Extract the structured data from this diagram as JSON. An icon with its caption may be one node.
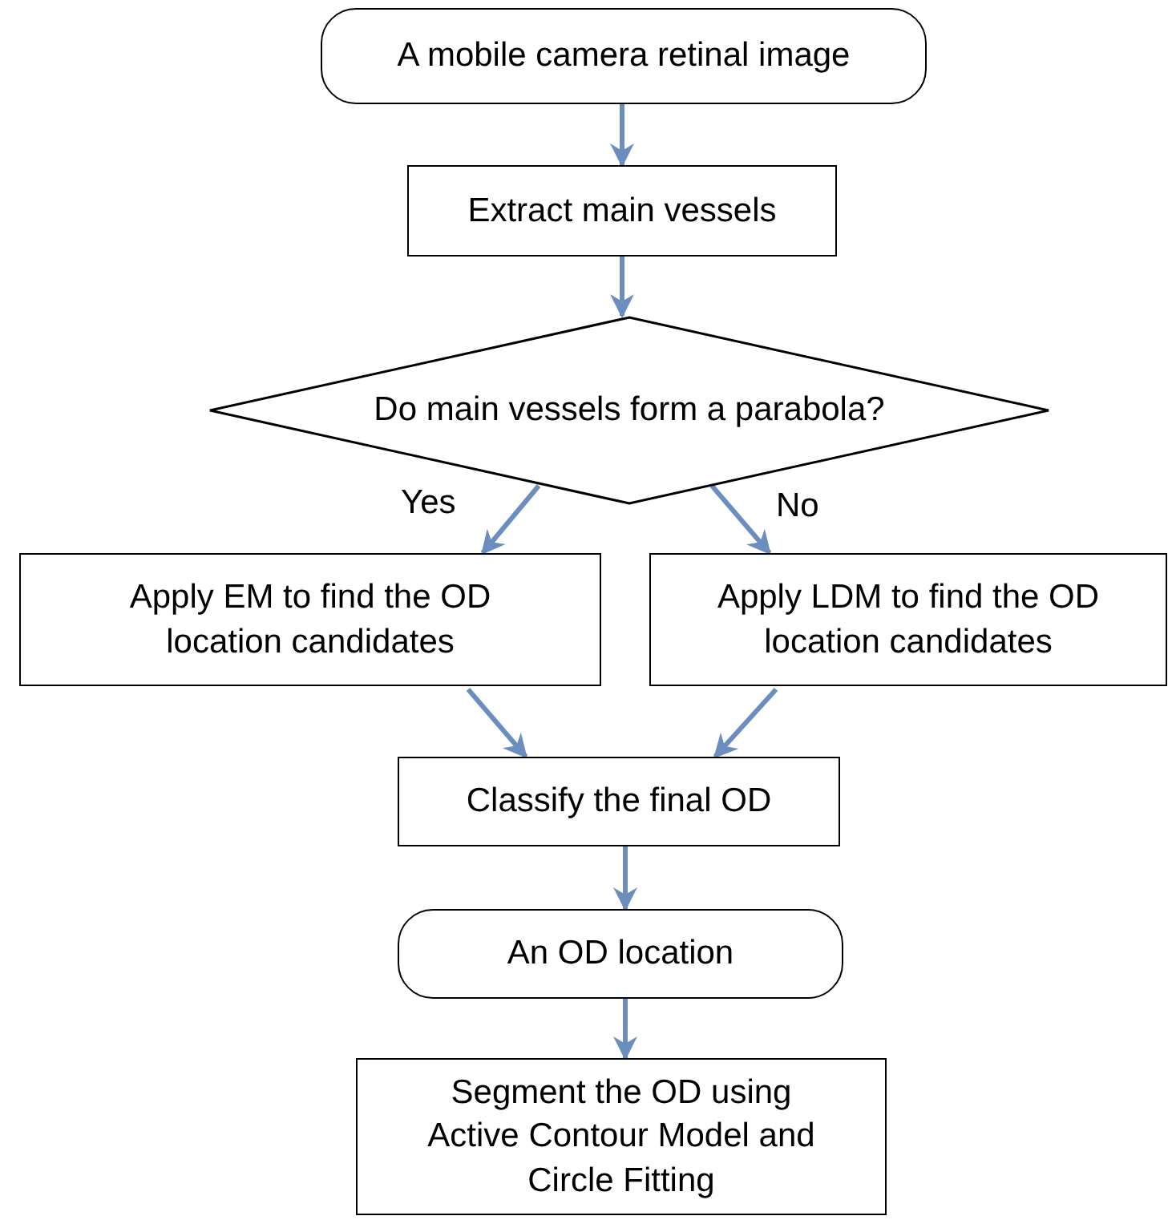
{
  "diagram": {
    "nodes": [
      {
        "text": [
          "A mobile camera retinal image"
        ]
      },
      {
        "text": [
          "Extract main vessels"
        ]
      },
      {
        "text": [
          "Do main vessels form a parabola?"
        ]
      },
      {
        "text": [
          "Apply EM to find the OD location candidates"
        ]
      },
      {
        "text": [
          "Apply LDM to find the OD location candidates"
        ]
      },
      {
        "text": [
          "Classify the final OD"
        ]
      },
      {
        "text": [
          "An OD location"
        ]
      },
      {
        "text": [
          "Segment the OD using Active Contour Model and Circle Fitting"
        ]
      }
    ],
    "edges": [
      {
        "from": 0,
        "to": 1,
        "arrow": "to"
      },
      {
        "from": 1,
        "to": 2,
        "arrow": "to"
      },
      {
        "from": 2,
        "to": 3,
        "arrow": "to",
        "label": "Yes"
      },
      {
        "from": 2,
        "to": 4,
        "arrow": "to",
        "label": "No"
      },
      {
        "from": 3,
        "to": 5,
        "arrow": "to"
      },
      {
        "from": 4,
        "to": 5,
        "arrow": "to"
      },
      {
        "from": 5,
        "to": 6,
        "arrow": "to"
      },
      {
        "from": 6,
        "to": 7,
        "arrow": "to"
      }
    ]
  }
}
